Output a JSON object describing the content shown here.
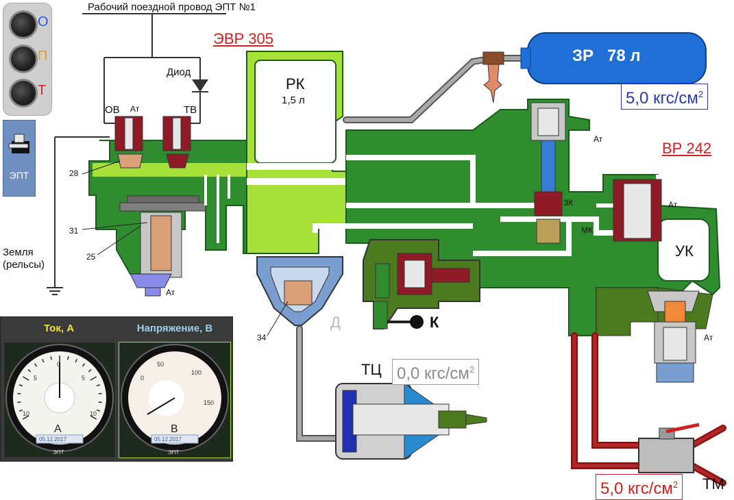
{
  "wire_title": "Рабочий поездной провод ЭПТ №1",
  "evr_title": "ЭВР 305",
  "vr_title": "ВР 242",
  "diode_label": "Диод",
  "ov_label": "ОВ",
  "tv_label": "ТВ",
  "at_labels": [
    "Ат",
    "Ат",
    "Ат",
    "Ат",
    "Ат"
  ],
  "ground_label": "Земля (рельсы)",
  "part_numbers": [
    "28",
    "31",
    "25",
    "34"
  ],
  "rk_label": "РК",
  "rk_volume": "1,5 л",
  "zr_label": "ЗР   78 л",
  "zr_pressure": "5,0 кгс/см",
  "zr_pressure_unit_sup": "2",
  "zk_label": "ЗК",
  "mk_label": "МК",
  "uk_label": "УК",
  "d_label": "Д",
  "k_label": "К",
  "tc_label": "ТЦ",
  "tc_pressure": "0,0 кгс/см",
  "tc_pressure_unit_sup": "2",
  "tm_label": "ТМ",
  "tm_pressure": "5,0 кгс/см",
  "tm_pressure_unit_sup": "2",
  "lamps": [
    {
      "letter": "О",
      "color": "#2a5bd7"
    },
    {
      "letter": "П",
      "color": "#e0a020"
    },
    {
      "letter": "Т",
      "color": "#e02020"
    }
  ],
  "ept_button_label": "ЭПТ",
  "gauges": [
    {
      "header": "Ток, А",
      "header_color": "#f3e23a",
      "unit_letter": "А",
      "brand": "ЭПТ",
      "date": "05.12.2017",
      "ticks": [
        "10",
        "5",
        "0",
        "5",
        "10"
      ],
      "reading": 0
    },
    {
      "header": "Напряжение, В",
      "header_color": "#9ad0e8",
      "unit_letter": "В",
      "brand": "ЭПТ",
      "date": "05.12.2017",
      "ticks": [
        "0",
        "50",
        "100",
        "150"
      ],
      "reading": 0
    }
  ],
  "colors": {
    "body_green": "#2f8c2f",
    "light_green": "#a8e03a",
    "dark_olive": "#4c7a1e",
    "pipe_grey": "#8a8a8a",
    "reservoir_blue": "#1f6fd6",
    "brake_line_red": "#8b1010",
    "title_red": "#d02020",
    "pressure_blue": "#2a3aa8"
  }
}
